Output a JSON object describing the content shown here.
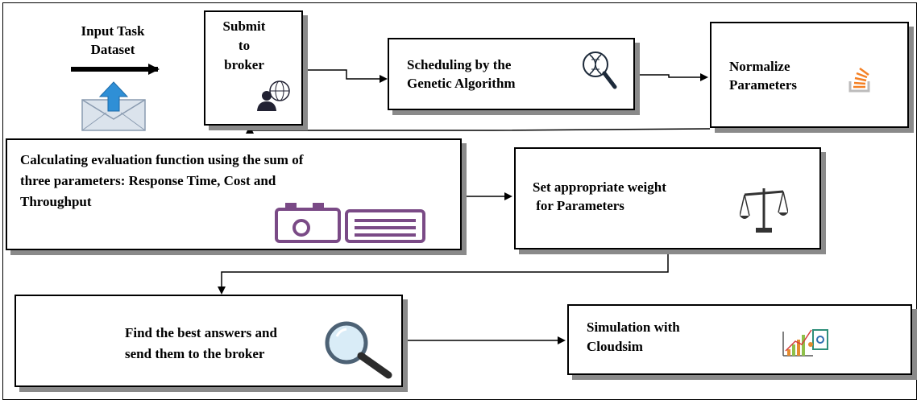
{
  "nodes": {
    "input": {
      "label_line1": "Input Task",
      "label_line2": "Dataset"
    },
    "broker": {
      "line1": "Submit",
      "line2": "to",
      "line3": "broker"
    },
    "scheduling": {
      "line1": "Scheduling by the",
      "line2": "Genetic Algorithm"
    },
    "normalize": {
      "line1": "Normalize",
      "line2": "Parameters"
    },
    "evaluation": {
      "line1": "Calculating evaluation function using the sum of",
      "line2": "three parameters: Response Time, Cost and",
      "line3": "Throughput"
    },
    "weight": {
      "line1": "Set appropriate weight",
      "line2": " for Parameters"
    },
    "best": {
      "line1": "Find the best answers and",
      "line2": "send them to the broker"
    },
    "simulation": {
      "line1": "Simulation with",
      "line2": "Cloudsim"
    }
  },
  "colors": {
    "shadow": "#8a8a8a",
    "envelope_blue": "#2f8fd6",
    "purple_icon": "#7a4a86",
    "orange_icon": "#f48024"
  },
  "icons": [
    "envelope-upload-icon",
    "broker-person-globe-icon",
    "dna-magnifier-icon",
    "stack-icon",
    "dashboard-panels-icon",
    "balance-scale-icon",
    "magnifying-glass-icon",
    "simulation-chart-icon"
  ]
}
